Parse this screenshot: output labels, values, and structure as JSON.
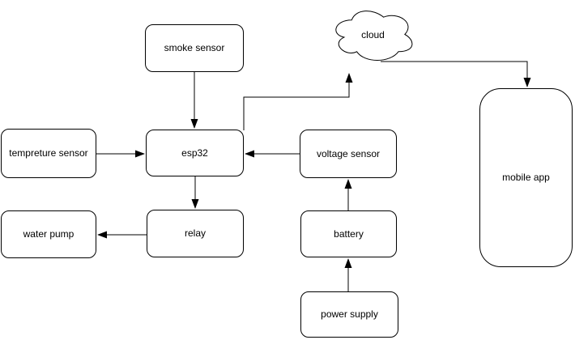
{
  "diagram": {
    "nodes": {
      "smoke_sensor": {
        "label": "smoke sensor"
      },
      "tempreture_sensor": {
        "label": "tempreture sensor"
      },
      "esp32": {
        "label": "esp32"
      },
      "voltage_sensor": {
        "label": "voltage sensor"
      },
      "water_pump": {
        "label": "water pump"
      },
      "relay": {
        "label": "relay"
      },
      "battery": {
        "label": "battery"
      },
      "power_supply": {
        "label": "power supply"
      },
      "cloud": {
        "label": "cloud"
      },
      "mobile_app": {
        "label": "mobile app"
      }
    },
    "edges": [
      {
        "from": "smoke_sensor",
        "to": "esp32",
        "direction": "down"
      },
      {
        "from": "tempreture_sensor",
        "to": "esp32",
        "direction": "right"
      },
      {
        "from": "voltage_sensor",
        "to": "esp32",
        "direction": "left"
      },
      {
        "from": "esp32",
        "to": "relay",
        "direction": "down"
      },
      {
        "from": "relay",
        "to": "water_pump",
        "direction": "left"
      },
      {
        "from": "battery",
        "to": "voltage_sensor",
        "direction": "up"
      },
      {
        "from": "power_supply",
        "to": "battery",
        "direction": "up"
      },
      {
        "from": "esp32",
        "to": "cloud",
        "direction": "up-right-up"
      },
      {
        "from": "cloud",
        "to": "mobile_app",
        "direction": "right-down"
      }
    ],
    "colors": {
      "background": "#ffffff",
      "node_fill": "#ffffff",
      "stroke": "#000000",
      "text": "#000000"
    }
  }
}
